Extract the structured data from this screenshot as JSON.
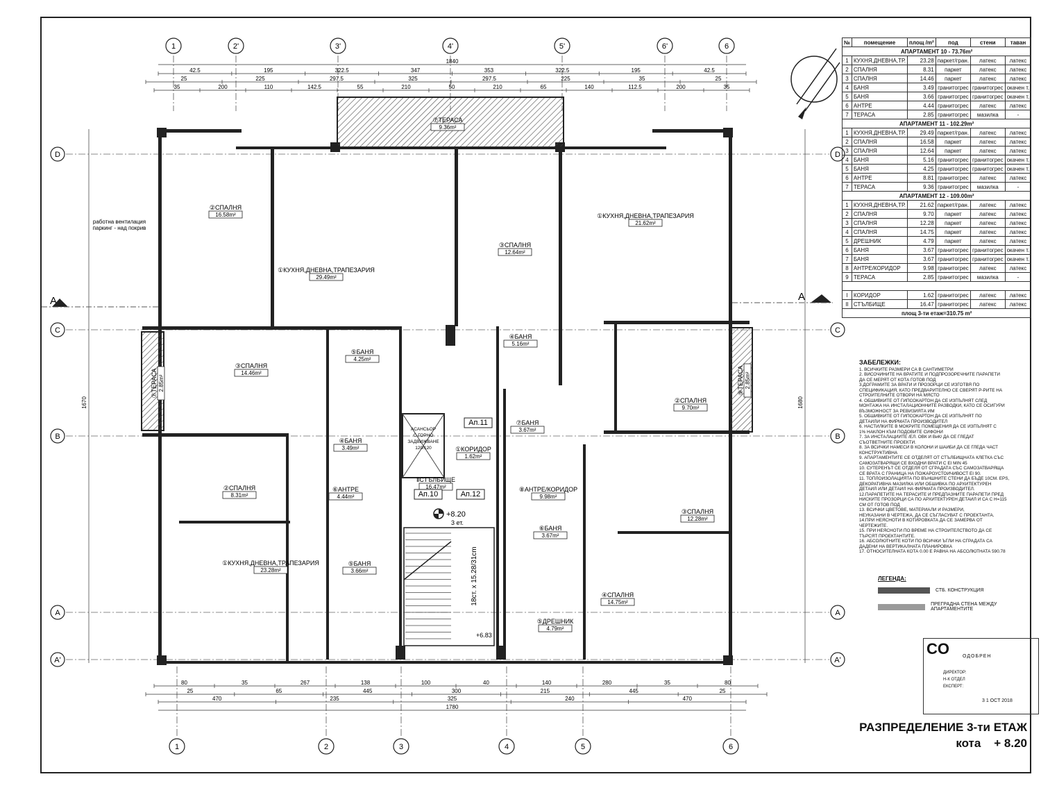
{
  "sheet": {
    "title": "РАЗПРЕДЕЛЕНИЕ 3-ти ЕТАЖ",
    "level_label": "кота",
    "level_value": "+ 8.20"
  },
  "grid": {
    "columns_top": [
      "1",
      "2'",
      "3'",
      "4'",
      "5'",
      "6'",
      "6"
    ],
    "columns_bottom": [
      "1",
      "2",
      "3",
      "4",
      "5",
      "6"
    ],
    "rows": [
      "D",
      "C",
      "B",
      "A",
      "A'"
    ]
  },
  "dims": {
    "top_total": "1840",
    "bottom_total": "1780",
    "left_total": "1670",
    "right_total": "1680",
    "top_row1": [
      "42.5",
      "195",
      "322.5",
      "347",
      "353",
      "322.5",
      "195",
      "42.5"
    ],
    "top_row2": [
      "25",
      "225",
      "297.5",
      "325",
      "297.5",
      "225",
      "35",
      "25"
    ],
    "top_row3": [
      "35",
      "200",
      "110",
      "142.5",
      "55",
      "210",
      "50",
      "210",
      "65",
      "140",
      "112.5",
      "200",
      "35"
    ],
    "bottom_row1": [
      "80",
      "35",
      "267",
      "138",
      "100",
      "40",
      "140",
      "280",
      "35",
      "80"
    ],
    "bottom_row2": [
      "25",
      "65",
      "445",
      "300",
      "215",
      "445",
      "25"
    ],
    "bottom_row3": [
      "470",
      "235",
      "325",
      "240",
      "470"
    ]
  },
  "section_labels": [
    "A",
    "A"
  ],
  "apartments": [
    {
      "label": "Ап.10"
    },
    {
      "label": "Ап.11"
    },
    {
      "label": "Ап.12"
    }
  ],
  "rooms": [
    {
      "name": "②СПАЛНЯ",
      "area": "16.58m²"
    },
    {
      "name": "①КУХНЯ,ДНЕВНА,ТРАПЕЗАРИЯ",
      "area": "29.49m²"
    },
    {
      "name": "⑦ТЕРАСА",
      "area": "9.36m²"
    },
    {
      "name": "③СПАЛНЯ",
      "area": "12.64m²"
    },
    {
      "name": "①КУХНЯ,ДНЕВНА,ТРАПЕЗАРИЯ",
      "area": "21.62m²"
    },
    {
      "name": "③СПАЛНЯ",
      "area": "14.46m²"
    },
    {
      "name": "⑤БАНЯ",
      "area": "4.25m²"
    },
    {
      "name": "④БАНЯ",
      "area": "5.16m²"
    },
    {
      "name": "⑦БАНЯ",
      "area": "3.67m²"
    },
    {
      "name": "②СПАЛНЯ",
      "area": "9.70m²"
    },
    {
      "name": "④БАНЯ",
      "area": "3.49m²"
    },
    {
      "name": "①КОРИДОР",
      "area": "1.62m²"
    },
    {
      "name": "②СПАЛНЯ",
      "area": "8.31m²"
    },
    {
      "name": "⑥АНТРЕ",
      "area": "4.44m²"
    },
    {
      "name": "ⅡСТЪЛБИЩЕ",
      "area": "16.47m²"
    },
    {
      "name": "⑧АНТРЕ/КОРИДОР",
      "area": "9.98m²"
    },
    {
      "name": "③СПАЛНЯ",
      "area": "12.28m²"
    },
    {
      "name": "①КУХНЯ,ДНЕВНА,ТРАПЕЗАРИЯ",
      "area": "23.28m²"
    },
    {
      "name": "⑤БАНЯ",
      "area": "3.66m²"
    },
    {
      "name": "⑥БАНЯ",
      "area": "3.67m²"
    },
    {
      "name": "④СПАЛНЯ",
      "area": "14.75m²"
    },
    {
      "name": "⑤ДРЕШНИК",
      "area": "4.79m²"
    },
    {
      "name": "⑦ТЕРАСА",
      "area": "2.85m²"
    },
    {
      "name": "⑨ТЕРАСА",
      "area": "2.85m²"
    }
  ],
  "plan_notes": {
    "ventilation": "работна вентилация",
    "ventilation2": "паркинг - над покрив",
    "elevator": "АСАНСЬОР С ГОРНО ЗАДВИЖВАНЕ 120/120",
    "level_mark": "+8.20",
    "floor_mark": "3 ет.",
    "stairs": "18ст. x 15.28/31cm",
    "level_mark2": "+6.83"
  },
  "room_table": {
    "headers": [
      "№",
      "помещение",
      "площ /m²",
      "под",
      "стени",
      "таван"
    ],
    "groups": [
      {
        "title": "АПАРТАМЕНТ 10 - 73.76m²",
        "rows": [
          [
            "1",
            "КУХНЯ,ДНЕВНА,ТР.",
            "23.28",
            "паркет/гран.",
            "латекс",
            "латекс"
          ],
          [
            "2",
            "СПАЛНЯ",
            "8.31",
            "паркет",
            "латекс",
            "латекс"
          ],
          [
            "3",
            "СПАЛНЯ",
            "14.46",
            "паркет",
            "латекс",
            "латекс"
          ],
          [
            "4",
            "БАНЯ",
            "3.49",
            "гранитогрес",
            "гранитогрес",
            "окачен т."
          ],
          [
            "5",
            "БАНЯ",
            "3.66",
            "гранитогрес",
            "гранитогрес",
            "окачен т."
          ],
          [
            "6",
            "АНТРЕ",
            "4.44",
            "гранитогрес",
            "латекс",
            "латекс"
          ],
          [
            "7",
            "ТЕРАСА",
            "2.85",
            "гранитогрес",
            "мазилка",
            "-"
          ]
        ]
      },
      {
        "title": "АПАРТАМЕНТ 11 - 102.29m²",
        "rows": [
          [
            "1",
            "КУХНЯ,ДНЕВНА,ТР.",
            "29.49",
            "паркет/гран.",
            "латекс",
            "латекс"
          ],
          [
            "2",
            "СПАЛНЯ",
            "16.58",
            "паркет",
            "латекс",
            "латекс"
          ],
          [
            "3",
            "СПАЛНЯ",
            "12.64",
            "паркет",
            "латекс",
            "латекс"
          ],
          [
            "4",
            "БАНЯ",
            "5.16",
            "гранитогрес",
            "гранитогрес",
            "окачен т."
          ],
          [
            "5",
            "БАНЯ",
            "4.25",
            "гранитогрес",
            "гранитогрес",
            "окачен т."
          ],
          [
            "6",
            "АНТРЕ",
            "8.81",
            "гранитогрес",
            "латекс",
            "латекс"
          ],
          [
            "7",
            "ТЕРАСА",
            "9.36",
            "гранитогрес",
            "мазилка",
            "-"
          ]
        ]
      },
      {
        "title": "АПАРТАМЕНТ 12 - 109.00m²",
        "rows": [
          [
            "1",
            "КУХНЯ,ДНЕВНА,ТР.",
            "21.62",
            "паркет/гран.",
            "латекс",
            "латекс"
          ],
          [
            "2",
            "СПАЛНЯ",
            "9.70",
            "паркет",
            "латекс",
            "латекс"
          ],
          [
            "3",
            "СПАЛНЯ",
            "12.28",
            "паркет",
            "латекс",
            "латекс"
          ],
          [
            "4",
            "СПАЛНЯ",
            "14.75",
            "паркет",
            "латекс",
            "латекс"
          ],
          [
            "5",
            "ДРЕШНИК",
            "4.79",
            "паркет",
            "латекс",
            "латекс"
          ],
          [
            "6",
            "БАНЯ",
            "3.67",
            "гранитогрес",
            "гранитогрес",
            "окачен т."
          ],
          [
            "7",
            "БАНЯ",
            "3.67",
            "гранитогрес",
            "гранитогрес",
            "окачен т."
          ],
          [
            "8",
            "АНТРЕ/КОРИДОР",
            "9.98",
            "гранитогрес",
            "латекс",
            "латекс"
          ],
          [
            "9",
            "ТЕРАСА",
            "2.85",
            "гранитогрес",
            "мазилка",
            "-"
          ]
        ]
      }
    ],
    "common": [
      [
        "I",
        "КОРИДОР",
        "1.62",
        "гранитогрес",
        "латекс",
        "латекс"
      ],
      [
        "II",
        "СТЪЛБИЩЕ",
        "16.47",
        "гранитогрес",
        "латекс",
        "латекс"
      ]
    ],
    "total": "площ 3-ти етаж=310.75 m²"
  },
  "notes": {
    "title": "ЗАБЕЛЕЖКИ:",
    "lines": [
      "1. ВСИЧКИТЕ РАЗМЕРИ СА В САНТИМЕТРИ",
      "2. ВИСОЧИНИТЕ НА ВРАТИТЕ И ПОДПРОЗОРЕЧНИТЕ ПАРАПЕТИ",
      "ДА СЕ МЕРЯТ ОТ КОТА ГОТОВ ПОД",
      "3.ДОГРАМИТЕ ЗА ВРАТИ И ПРОЗОРЦИ СЕ ИЗГОТВЯ ПО",
      "СПЕЦИФИКАЦИЯ, КАТО ПРЕДВАРИТЕЛНО СЕ СВЕРЯТ Р-РИТЕ НА",
      "СТРОИТЕЛНИТЕ ОТВОРИ НА МЯСТО",
      "4. ОБШИВКИТЕ ОТ ГИПСОКАРТОН ДА СЕ ИЗПЪЛНЯТ СЛЕД",
      "МОНТАЖА НА ИНСТАЛАЦИОННИТЕ РАЗВОДКИ, КАТО СЕ ОСИГУРИ",
      "ВЪЗМОЖНОСТ ЗА РЕВИЗИЯТА ИМ",
      "5. ОБШИВКИТЕ ОТ ГИПСОКАРТОН ДА СЕ ИЗПЪЛНЯТ ПО",
      "ДЕТАЙЛИ НА ФИРМАТА ПРОИЗВОДИТЕЛ",
      "6. НАСТИЛКИТЕ В МОКРИТЕ ПОМЕЩЕНИЯ ДА СЕ ИЗПЪЛНЯТ С",
      "1% НАКЛОН КЪМ ПОДОВИТЕ СИФОНИ",
      "7. ЗА ИНСТАЛАЦИИТЕ /ЕЛ. ОВК И ВиК/ ДА СЕ ГЛЕДАТ",
      "СЪОТВЕТНИТЕ ПРОЕКТИ.",
      "8. ЗА ВСИЧКИ НАМЕСИ В КОЛОНИ И ШАЙБИ ДА СЕ ГЛЕДА ЧАСТ",
      "КОНСТРУКТИВНА",
      "9. АПАРТАМЕНТИТЕ СЕ ОТДЕЛЯТ ОТ СТЪЛБИЩНАТА КЛЕТКА СЪС",
      "САМОЗАТВАРЯЩИ СЕ ВХОДНИ ВРАТИ С EI MIN 45",
      "10. СУТЕРЕНЪТ СЕ ОТДЕЛЯ ОТ СГРАДАТА СЪС САМОЗАТВАРЯЩА",
      "СЕ ВРАТА С ГРАНИЦА НА ПОЖАРОУСТОЙЧИВОСТ EI 90.",
      "11. ТОПЛОИЗОЛАЦИЯТА ПО ВЪНШНИТЕ СТЕНИ ДА БЪДЕ 10СМ. EPS,",
      "ДЕКОРАТИВНА МАЗИЛКА ИЛИ ОБШИВКА ПО АРХИТЕКТУРЕН",
      "ДЕТАЙЛ ИЛИ ДЕТАЙЛ НА ФИРМАТА ПРОИЗВОДИТЕЛ.",
      "12.ПАРАПЕТИТЕ НА ТЕРАСИТЕ И ПРЕДПАЗНИТЕ ПАРАПЕТИ ПРЕД",
      "НИСКИТЕ ПРОЗОРЦИ СА ПО АРХИТЕКТУРЕН ДЕТАЙЛ И СА С H=115",
      "СМ ОТ ГОТОВ ПОД",
      "13. ВСИЧКИ ЦВЕТОВЕ, МАТЕРИАЛИ И РАЗМЕРИ,",
      "НЕУКАЗАНИ В ЧЕРТЕЖА, ДА СЕ СЪГЛАСУВАТ С ПРОЕКТАНТА.",
      "14.ПРИ НЕЯСНОТИ В КОТИРОВКАТА ДА СЕ ЗАМЕРВА ОТ",
      "ЧЕРТЕЖИТЕ.",
      "15. ПРИ НЕЯСНОТИ ПО ВРЕМЕ НА СТРОИТЕЛСТВОТО ДА СЕ",
      "ТЪРСЯТ ПРОЕКТАНТИТЕ.",
      "16. АБСОЛЮТНИТЕ КОТИ ПО ВСИЧКИ ЪГЛИ НА СГРАДАТА СА",
      "ДАДЕНИ НА ВЕРТИКАЛНАТА ПЛАНИРОВКА",
      "17. ОТНОСИТЕЛНАТА КОТА 0.00 Е РАВНА НА АБСОЛЮТНАТА 590.78"
    ]
  },
  "legend": {
    "title": "ЛЕГЕНДА:",
    "items": [
      {
        "label": "СТБ. КОНСТРУКЦИЯ",
        "color": "#555555"
      },
      {
        "label": "ПРЕГРАДНА СТЕНА МЕЖДУ АПАРТАМЕНТИТЕ",
        "color": "#9a9a9a"
      }
    ]
  },
  "stamp": {
    "logo": "CO",
    "approved": "ОДОБРЕН",
    "director": "ДИРЕКТОР:",
    "head": "Н-К ОТДЕЛ",
    "expert": "ЕКСПЕРТ:",
    "date": "3 1 OCT 2018"
  },
  "colors": {
    "wall": "#222222",
    "hatch": "#444444",
    "grid_line": "#555555"
  }
}
